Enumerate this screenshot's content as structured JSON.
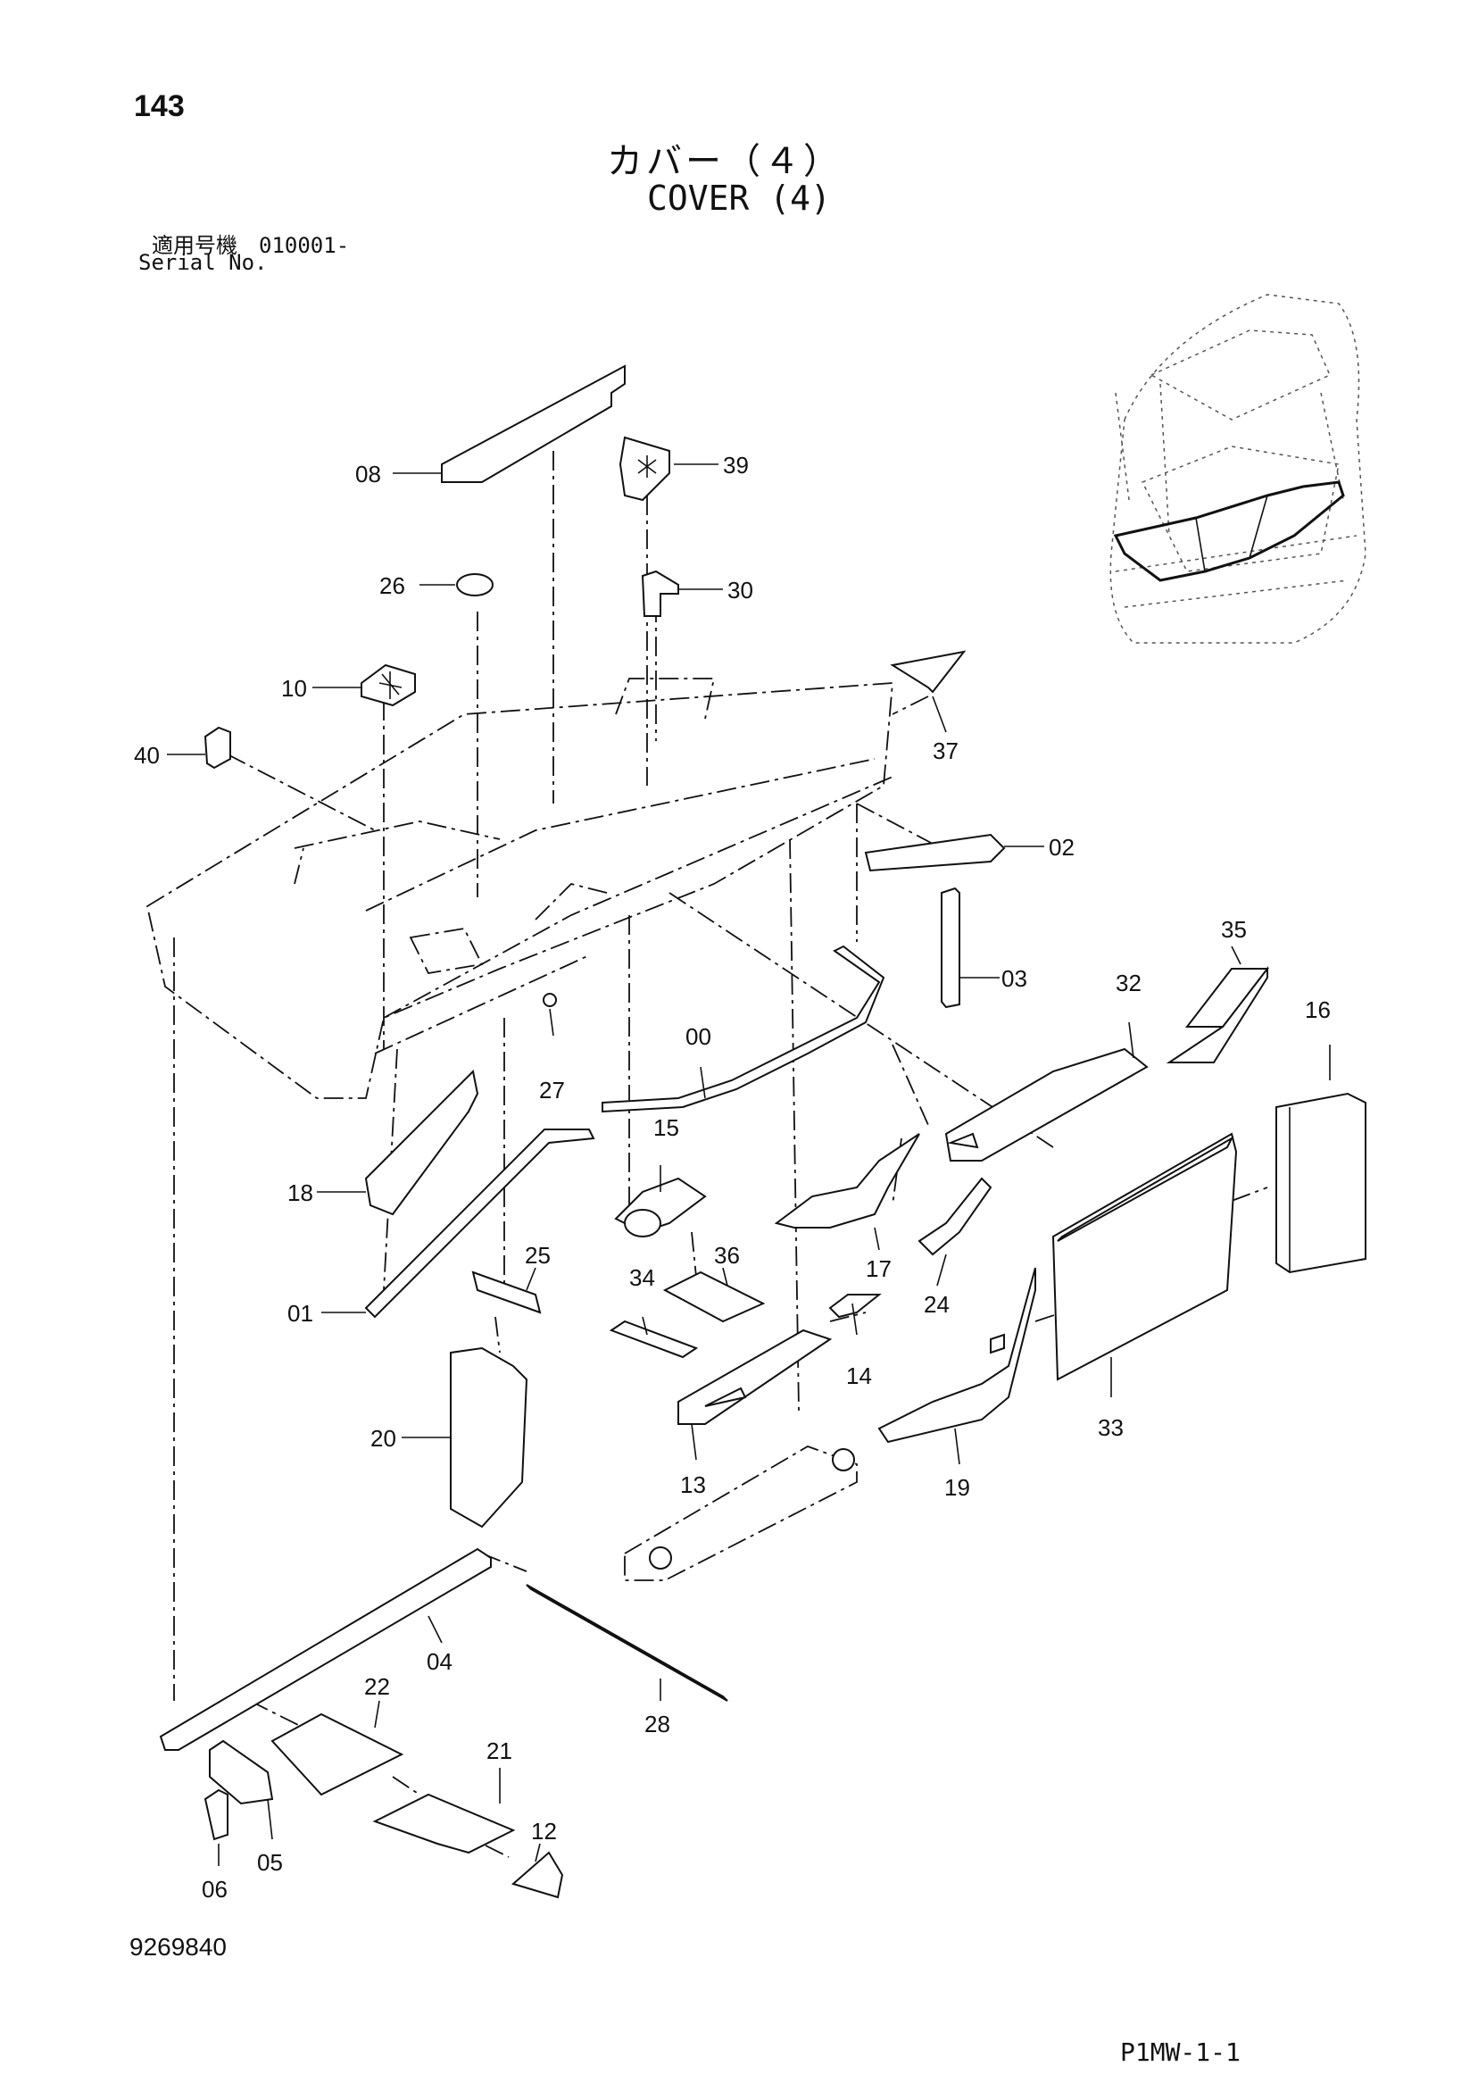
{
  "page_number": "143",
  "title_jp": "カバー（４）",
  "title_en": "COVER (4)",
  "serial_jp": "適用号機　010001-",
  "serial_en": "Serial No.",
  "doc_number": "9269840",
  "page_code": "P1MW-1-1",
  "labels": {
    "p00": "00",
    "p01": "01",
    "p02": "02",
    "p03": "03",
    "p04": "04",
    "p05": "05",
    "p06": "06",
    "p08": "08",
    "p10": "10",
    "p12": "12",
    "p13": "13",
    "p14": "14",
    "p15": "15",
    "p16": "16",
    "p17": "17",
    "p18": "18",
    "p19": "19",
    "p20": "20",
    "p21": "21",
    "p22": "22",
    "p24": "24",
    "p25": "25",
    "p26": "26",
    "p27": "27",
    "p28": "28",
    "p30": "30",
    "p32": "32",
    "p33": "33",
    "p34": "34",
    "p35": "35",
    "p36": "36",
    "p37": "37",
    "p39": "39",
    "p40": "40"
  }
}
